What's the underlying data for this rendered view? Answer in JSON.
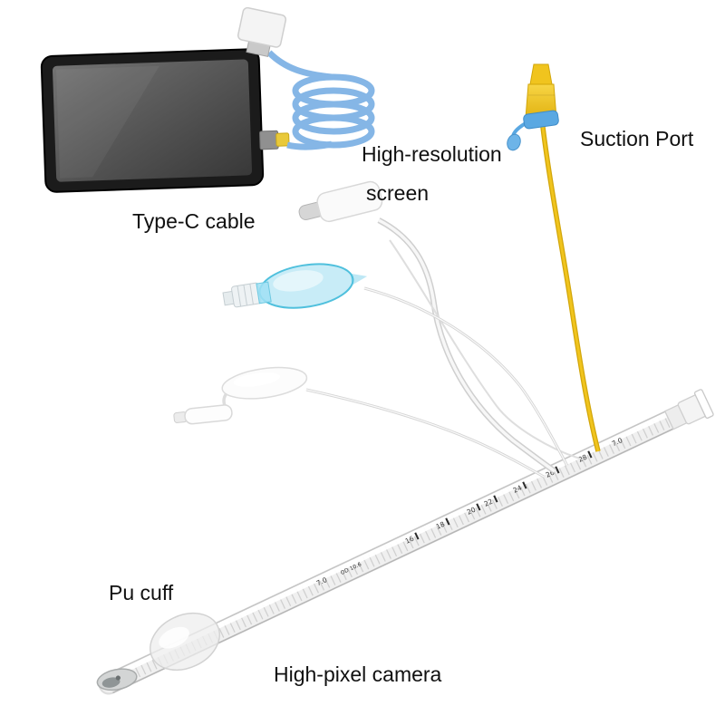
{
  "labels": {
    "screen_line1": "High-resolution",
    "screen_line2": "screen",
    "type_c_cable": "Type-C cable",
    "suction_port": "Suction Port",
    "pu_cuff": "Pu cuff",
    "camera": "High-pixel camera"
  },
  "tube": {
    "marks": [
      "7.0",
      "OD 10.6",
      "16",
      "18",
      "20",
      "22",
      "24",
      "26",
      "28",
      "7.0"
    ]
  },
  "colors": {
    "cable_blue": "#85b6e6",
    "suction_yellow": "#f0c41e",
    "balloon_cyan": "#4fc0dd",
    "clip_blue": "#5aa8e2",
    "label_text": "#101010"
  }
}
